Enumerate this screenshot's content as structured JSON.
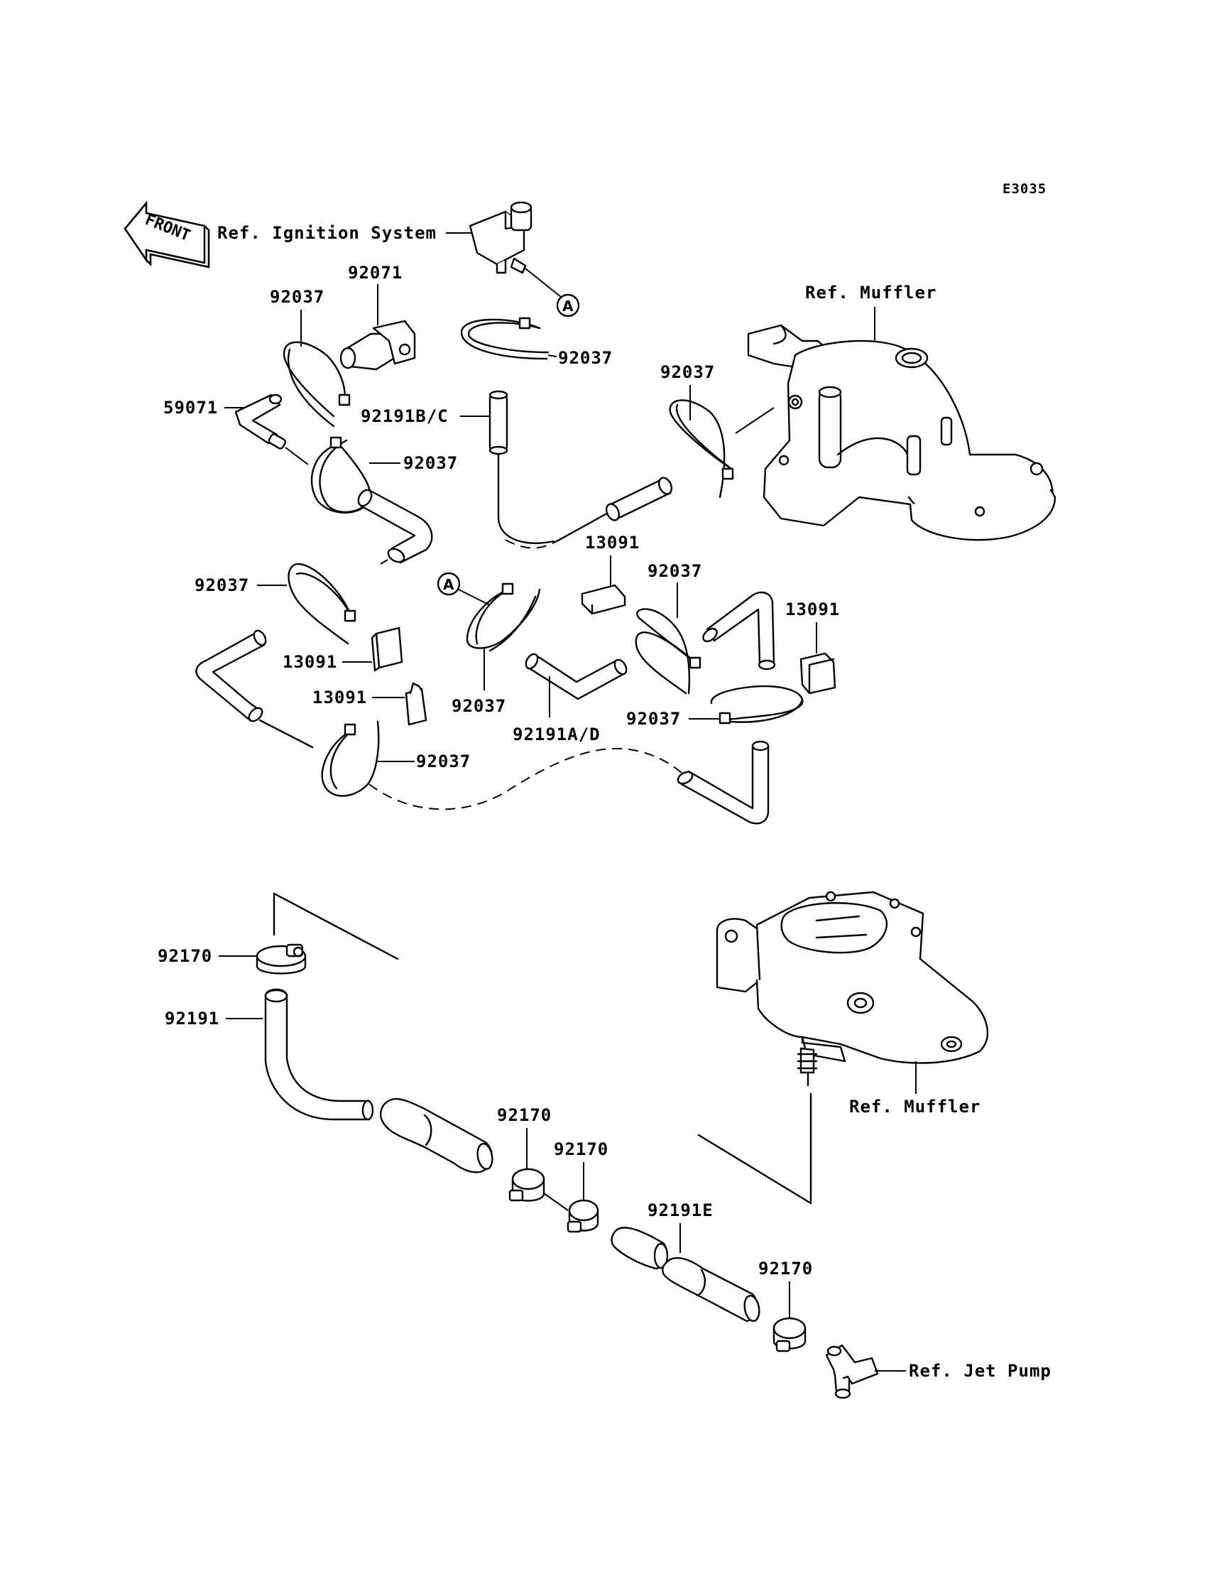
{
  "diagram_code": "E3035",
  "front_label": "FRONT",
  "circle_marker": "A",
  "refs": {
    "ignition": "Ref. Ignition System",
    "muffler_top": "Ref. Muffler",
    "muffler_bottom": "Ref. Muffler",
    "jet_pump": "Ref. Jet Pump"
  },
  "labels": {
    "p92071": "92071",
    "p92037_a": "92037",
    "p92037_b": "92037",
    "p92037_c": "92037",
    "p92037_d": "92037",
    "p92037_e": "92037",
    "p92037_f": "92037",
    "p92037_g": "92037",
    "p92037_h": "92037",
    "p92037_i": "92037",
    "p59071": "59071",
    "p92191bc": "92191B/C",
    "p13091_a": "13091",
    "p13091_b": "13091",
    "p13091_c": "13091",
    "p13091_d": "13091",
    "p92191ad": "92191A/D",
    "p92170_a": "92170",
    "p92170_b": "92170",
    "p92170_c": "92170",
    "p92170_d": "92170",
    "p92191": "92191",
    "p92191e": "92191E"
  }
}
